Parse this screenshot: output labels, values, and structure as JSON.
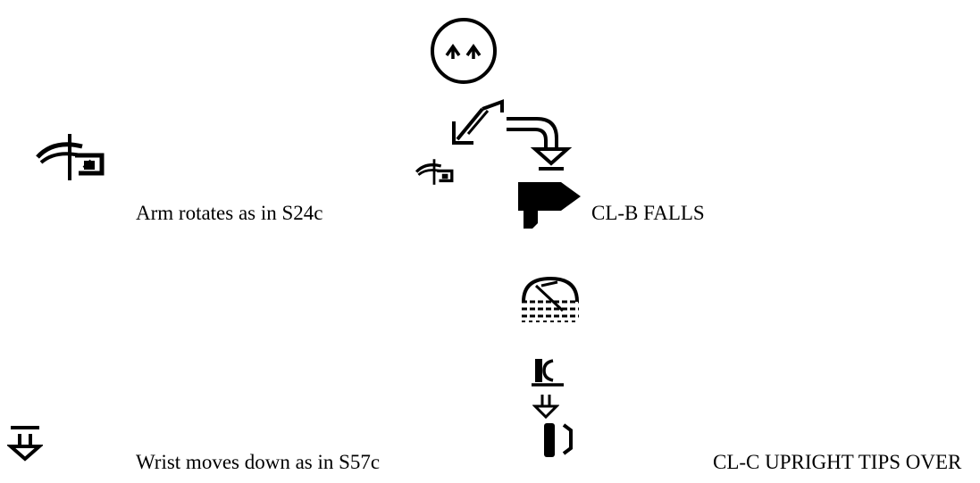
{
  "captions": {
    "arm_rotates": "Arm rotates as in S24c",
    "clb_falls": "CL-B FALLS",
    "wrist_moves_down": "Wrist moves down as in S57c",
    "clc_upright_tips_over": "CL-C UPRIGHT TIPS OVER"
  },
  "colors": {
    "ink": "#000000",
    "background": "#ffffff"
  },
  "icons": [
    "face-icon",
    "rotate-arrow-icon",
    "curved-down-arrow-icon",
    "arm-rotate-icon",
    "pointing-hand-icon",
    "shelf-container-icon",
    "upright-icon",
    "down-arrow-icon",
    "tipped-upright-icon",
    "wrist-down-icon"
  ]
}
